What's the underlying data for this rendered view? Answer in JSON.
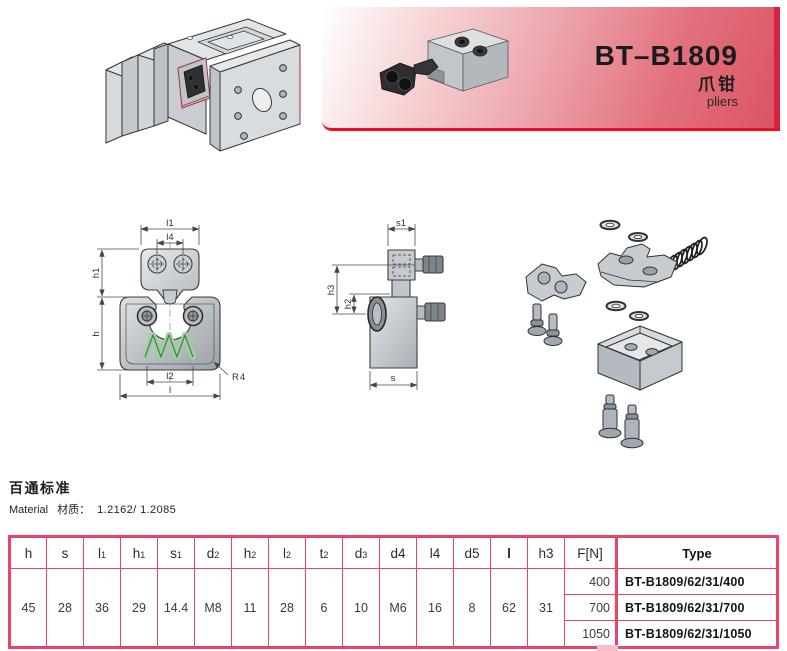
{
  "banner": {
    "model": "BT–B1809",
    "name_cn": "爪钳",
    "name_en": "pliers",
    "underline_red": "#fa0a1e",
    "edge_stripe_red": "#d52443",
    "gradient_end_red": "#db5462"
  },
  "section": {
    "standard_title": "百通标准",
    "material_label_en": "Material",
    "material_label_cn": "材质：",
    "material_value": "1.2162/ 1.2085"
  },
  "drawings": {
    "front_view": {
      "labels": {
        "l1": "l1",
        "l4": "l4",
        "h1": "h1",
        "h": "h",
        "l2": "l2",
        "l": "l",
        "r": "R4"
      },
      "spring_color": "#8cc08c"
    },
    "side_view": {
      "labels": {
        "s1": "s1",
        "h3": "h3",
        "h2": "h2",
        "s": "s"
      }
    }
  },
  "table": {
    "border_color": "#ee4362",
    "headers": [
      {
        "base": "h",
        "sub": ""
      },
      {
        "base": "s",
        "sub": ""
      },
      {
        "base": "l",
        "sub": "1"
      },
      {
        "base": "h",
        "sub": "1"
      },
      {
        "base": "s",
        "sub": "1"
      },
      {
        "base": "d",
        "sub": "2"
      },
      {
        "base": "h",
        "sub": "2"
      },
      {
        "base": "l",
        "sub": "2"
      },
      {
        "base": "t",
        "sub": "2"
      },
      {
        "base": "d",
        "sub": "3"
      },
      {
        "base": "d4",
        "sub": ""
      },
      {
        "base": "l4",
        "sub": ""
      },
      {
        "base": "d5",
        "sub": ""
      },
      {
        "base": "l",
        "sub": ""
      },
      {
        "base": "h3",
        "sub": ""
      },
      {
        "base": "F[N]",
        "sub": ""
      },
      {
        "base": "Type",
        "sub": ""
      }
    ],
    "values": [
      "45",
      "28",
      "36",
      "29",
      "14.4",
      "M8",
      "11",
      "28",
      "6",
      "10",
      "M6",
      "16",
      "8",
      "62",
      "31"
    ],
    "rows": [
      {
        "force": "400",
        "type": "BT-B1809/62/31/400"
      },
      {
        "force": "700",
        "type": "BT-B1809/62/31/700"
      },
      {
        "force": "1050",
        "type": "BT-B1809/62/31/1050"
      }
    ]
  }
}
